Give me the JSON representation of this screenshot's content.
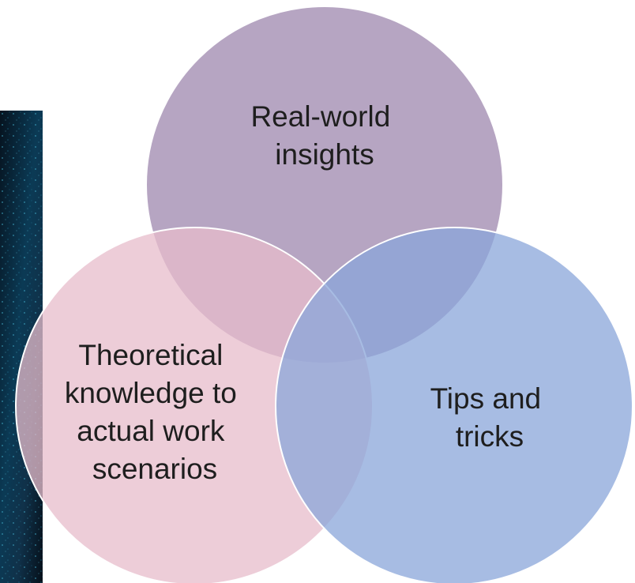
{
  "diagram": {
    "type": "venn",
    "circles": [
      {
        "id": "top",
        "label_lines": [
          "Real-world",
          "insights"
        ],
        "color": "#9d87ad"
      },
      {
        "id": "left",
        "label_lines": [
          "Theoretical",
          "knowledge to",
          "actual work",
          "scenarios"
        ],
        "color": "#e7bccb"
      },
      {
        "id": "right",
        "label_lines": [
          "Tips and",
          "tricks"
        ],
        "color": "#8aa6d9"
      }
    ],
    "circle_opacity": 0.75,
    "outline_color": "#ffffff"
  },
  "background_image": {
    "icon": "dark-blue-digital-texture",
    "colors": [
      "#06131f",
      "#0b3a55",
      "#1a6d8a",
      "#3fa8c6"
    ]
  }
}
